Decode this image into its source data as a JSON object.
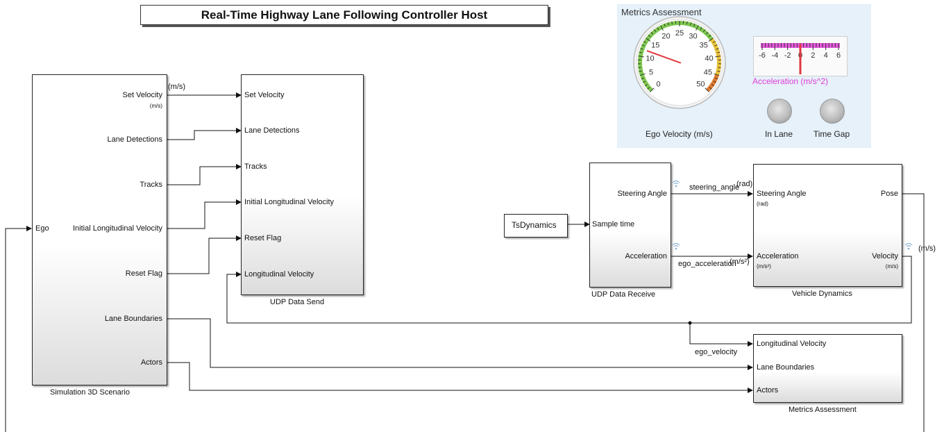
{
  "title": "Real-Time Highway Lane Following Controller Host",
  "colors": {
    "line": "#111111",
    "panel_bg": "#e6f1fa",
    "needle": "#e0383e",
    "accent_pink": "#e03cd6"
  },
  "sim3d": {
    "name": "Simulation 3D Scenario",
    "input_label": "Ego",
    "outputs": [
      {
        "label": "Set Velocity",
        "unit": "(m/s)"
      },
      {
        "label": "Lane Detections",
        "unit": ""
      },
      {
        "label": "Tracks",
        "unit": ""
      },
      {
        "label": "Initial Longitudinal Velocity",
        "unit": ""
      },
      {
        "label": "Reset Flag",
        "unit": ""
      },
      {
        "label": "Lane Boundaries",
        "unit": ""
      },
      {
        "label": "Actors",
        "unit": ""
      }
    ]
  },
  "udp_send": {
    "name": "UDP Data Send",
    "inputs": [
      "Set Velocity",
      "Lane Detections",
      "Tracks",
      "Initial Longitudinal Velocity",
      "Reset Flag",
      "Longitudinal Velocity"
    ]
  },
  "set_velocity_signal_unit": "(m/s)",
  "ts_dynamics": {
    "label": "TsDynamics"
  },
  "udp_receive": {
    "name": "UDP Data Receive",
    "input": "Sample time",
    "outputs": [
      "Steering Angle",
      "Acceleration"
    ]
  },
  "signals": {
    "steering": "steering_angle",
    "steering_unit": "(rad)",
    "acceleration": "ego_acceleration",
    "acceleration_unit": "(m/s²)",
    "ego_velocity": "ego_velocity",
    "velocity_unit": "(m/s)"
  },
  "vehicle_dynamics": {
    "name": "Vehicle Dynamics",
    "inputs": [
      {
        "label": "Steering Angle",
        "unit": "(rad)"
      },
      {
        "label": "Acceleration",
        "unit": "(m/s²)"
      }
    ],
    "outputs": [
      {
        "label": "Pose",
        "unit": ""
      },
      {
        "label": "Velocity",
        "unit": "(m/s)"
      }
    ]
  },
  "metrics_block": {
    "name": "Metrics Assessment",
    "inputs": [
      "Longitudinal Velocity",
      "Lane Boundaries",
      "Actors"
    ]
  },
  "metrics_panel": {
    "title": "Metrics Assessment",
    "velocity_gauge": {
      "label": "Ego Velocity (m/s)",
      "min": 0,
      "max": 50,
      "ticks": [
        "0",
        "5",
        "10",
        "15",
        "20",
        "25",
        "30",
        "35",
        "40",
        "45",
        "50"
      ],
      "value": 12
    },
    "acceleration_gauge": {
      "label": "Acceleration (m/s^2)",
      "min": -6,
      "max": 6,
      "ticks": [
        "-6",
        "-4",
        "-2",
        "0",
        "2",
        "4",
        "6"
      ],
      "value": 0
    },
    "lamps": [
      {
        "label": "In Lane"
      },
      {
        "label": "Time Gap"
      }
    ]
  }
}
